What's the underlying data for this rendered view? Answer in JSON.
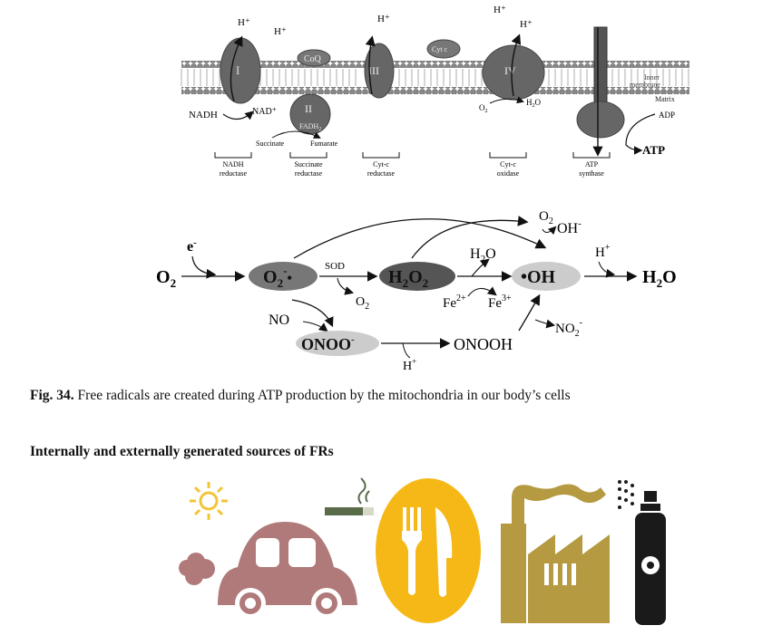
{
  "etc": {
    "complex_labels": [
      "I",
      "II",
      "III",
      "IV"
    ],
    "coq": "CoQ",
    "cytc": "Cyt c",
    "hplus": "H⁺",
    "nadh": "NADH",
    "nad": "NAD⁺",
    "fadh2": "FADH",
    "fadh2_sub": "2",
    "o2": "O",
    "o2_sub": "2",
    "h2o": "H",
    "h2o_sub": "2",
    "h2o_end": "O",
    "inner_membrane": [
      "Inner",
      "membrane"
    ],
    "matrix": "Matrix",
    "adp": "ADP",
    "atp": "ATP",
    "succinate": "Succinate",
    "fumarate": "Fumarate",
    "enzymes": [
      {
        "line1": "NADH",
        "line2": "reductase"
      },
      {
        "line1": "Succinate",
        "line2": "reductase"
      },
      {
        "line1": "Cyt-c",
        "line2": "reductase"
      },
      {
        "line1": "Cyt-c",
        "line2": "oxidase"
      },
      {
        "line1": "ATP",
        "line2": "synthase"
      }
    ]
  },
  "ros": {
    "o2": "O",
    "o2_sub": "2",
    "electron": "e",
    "superoxide": "O",
    "sod": "SOD",
    "h2o2_a": "H",
    "h2o2_b": "O",
    "sub2": "2",
    "oh_radical": "•OH",
    "h2o_top": "H",
    "h2o_top_end": "O",
    "o2_small": "O",
    "oh_minus": "OH",
    "hplus": "H",
    "fe2": "Fe",
    "fe2_sup": "2+",
    "fe3": "Fe",
    "fe3_sup": "3+",
    "no": "NO",
    "onoo": "ONOO",
    "onooh": "ONOOH",
    "no2": "NO",
    "h2o_final": "H",
    "h2o_final_end": "O"
  },
  "caption": {
    "label": "Fig. 34.",
    "text": " Free radicals are created during ATP production by the mitochondria in our body’s cells"
  },
  "section_heading": "Internally and externally generated sources of FRs",
  "icons": {
    "sun_color": "#f4c534",
    "car_color": "#b07a7a",
    "cigarette_color": "#5a6b4a",
    "food_color": "#f5b816",
    "factory_color": "#b59a42",
    "spray_color": "#1a1a1a"
  }
}
